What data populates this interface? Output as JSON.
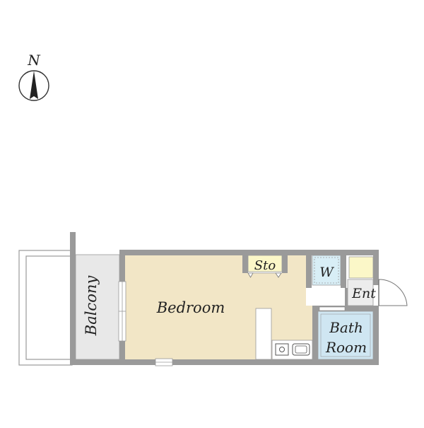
{
  "compass": {
    "letter": "N",
    "icon": "north-arrow-icon"
  },
  "rooms": {
    "balcony": "Balcony",
    "bedroom": "Bedroom",
    "storage": "Sto",
    "washer": "W",
    "entrance": "Ent",
    "bath_line1": "Bath",
    "bath_line2": "Room"
  },
  "colors": {
    "wall": "#9a9a9a",
    "bedroom_floor": "#f2e6c6",
    "balcony_floor": "#e8e8e8",
    "storage_floor": "#fbf7c8",
    "closet_floor": "#fbf7c8",
    "washer_floor": "#d8eef6",
    "bath_floor": "#cfe6f2",
    "entrance_floor": "#ececec"
  }
}
